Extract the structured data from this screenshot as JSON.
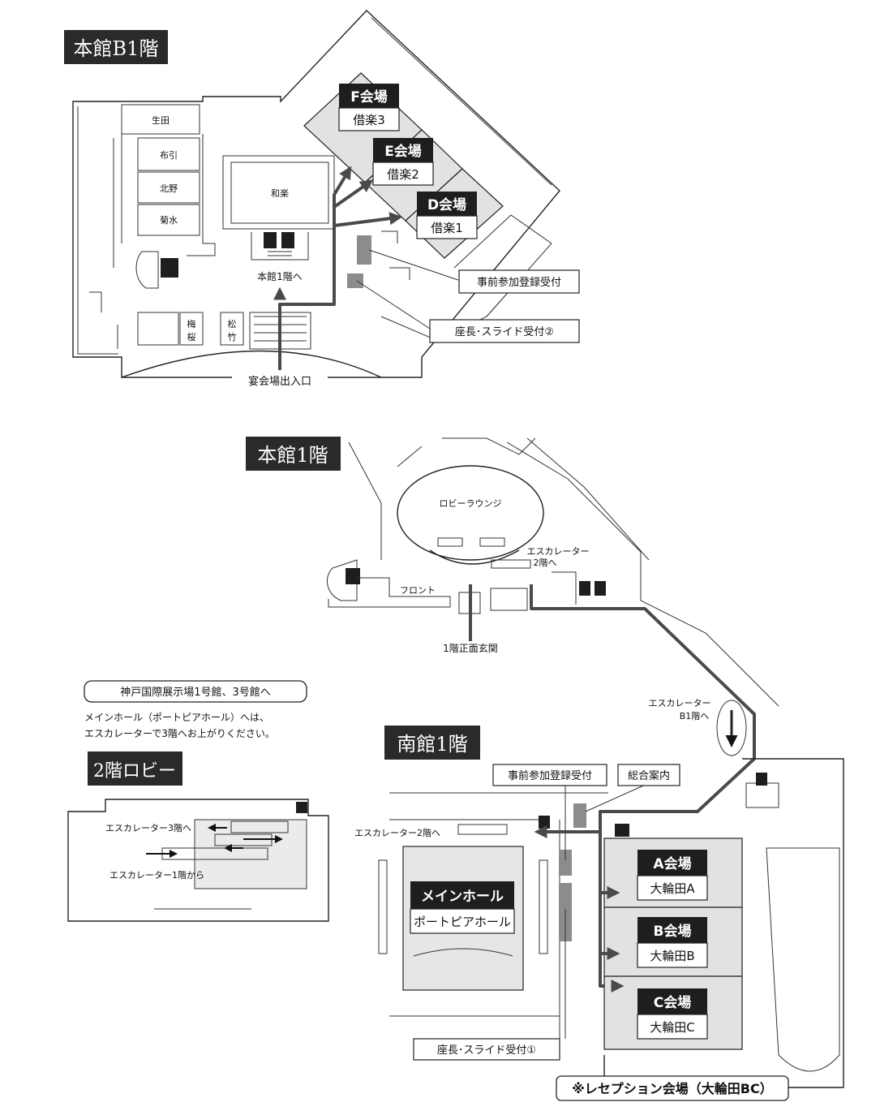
{
  "b1": {
    "title": "本館B1階",
    "rooms": [
      "生田",
      "布引",
      "北野",
      "菊水",
      "和楽",
      "梅",
      "桜",
      "松",
      "竹"
    ],
    "venues": [
      {
        "name": "F会場",
        "sub": "借楽3"
      },
      {
        "name": "E会場",
        "sub": "借楽2"
      },
      {
        "name": "D会場",
        "sub": "借楽1"
      }
    ],
    "to_1f": "本館1階へ",
    "entrance": "宴会場出入口",
    "callouts": [
      "事前参加登録受付",
      "座長･スライド受付②"
    ]
  },
  "main1f": {
    "title": "本館1階",
    "lobby": "ロビーラウンジ",
    "escalator_up": "エスカレーター\n2階へ",
    "front": "フロント",
    "entrance": "1階正面玄関",
    "escalator_down": "エスカレーター\nB1階へ"
  },
  "info": {
    "pill": "神戸国際展示場1号館、3号館へ",
    "note_line1": "メインホール（ポートピアホール）へは、",
    "note_line2": "エスカレーターで3階へお上がりください。"
  },
  "lobby2f": {
    "title": "2階ロビー",
    "esc_3f": "エスカレーター3階へ",
    "esc_1f": "エスカレーター1階から"
  },
  "south1f": {
    "title": "南館1階",
    "callout_reg": "事前参加登録受付",
    "callout_info": "総合案内",
    "esc_2f": "エスカレーター2階へ",
    "main_hall": "メインホール",
    "main_hall_sub": "ポートピアホール",
    "venues": [
      {
        "name": "A会場",
        "sub": "大輪田A"
      },
      {
        "name": "B会場",
        "sub": "大輪田B"
      },
      {
        "name": "C会場",
        "sub": "大輪田C"
      }
    ],
    "callout_slide": "座長･スライド受付①",
    "reception": "※レセプション会場（大輪田BC）"
  },
  "colors": {
    "route": "#4a4a4a",
    "venue_bg": "#e2e2e2",
    "label_bg": "#1e1e1e"
  }
}
